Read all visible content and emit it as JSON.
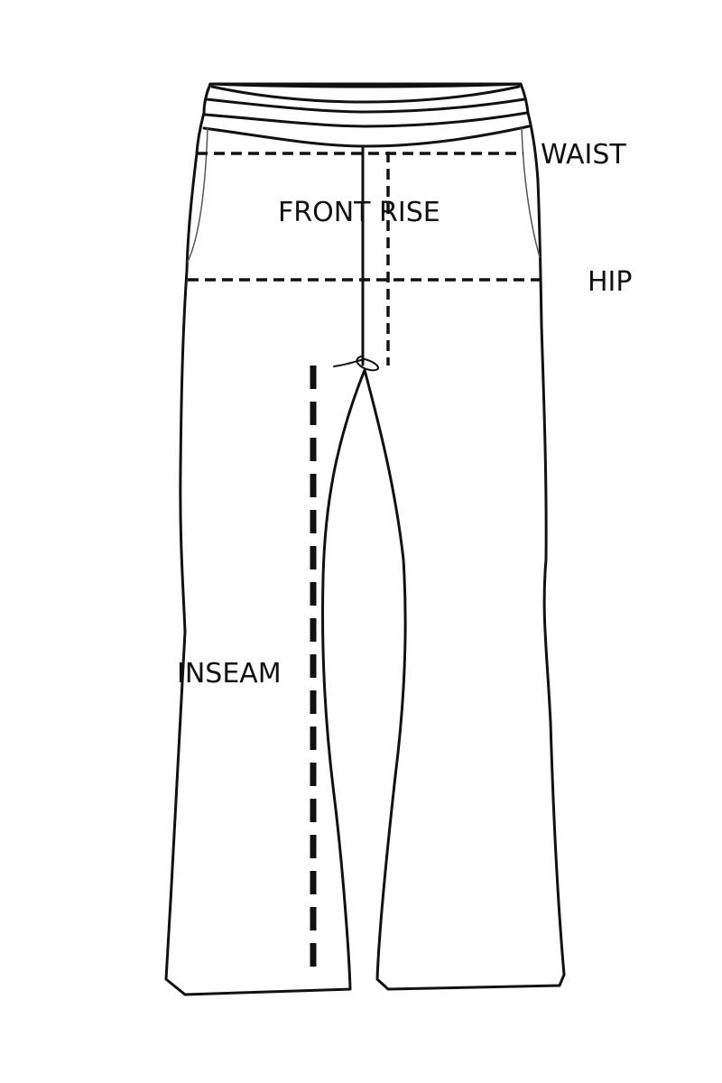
{
  "diagram": {
    "subject": "pants-measurement-guide",
    "labels": {
      "waist": "WAIST",
      "hip": "HIP",
      "front_rise": "FRONT RISE",
      "inseam": "INSEAM"
    },
    "colors": {
      "line": "#111111",
      "background": "#ffffff"
    }
  }
}
